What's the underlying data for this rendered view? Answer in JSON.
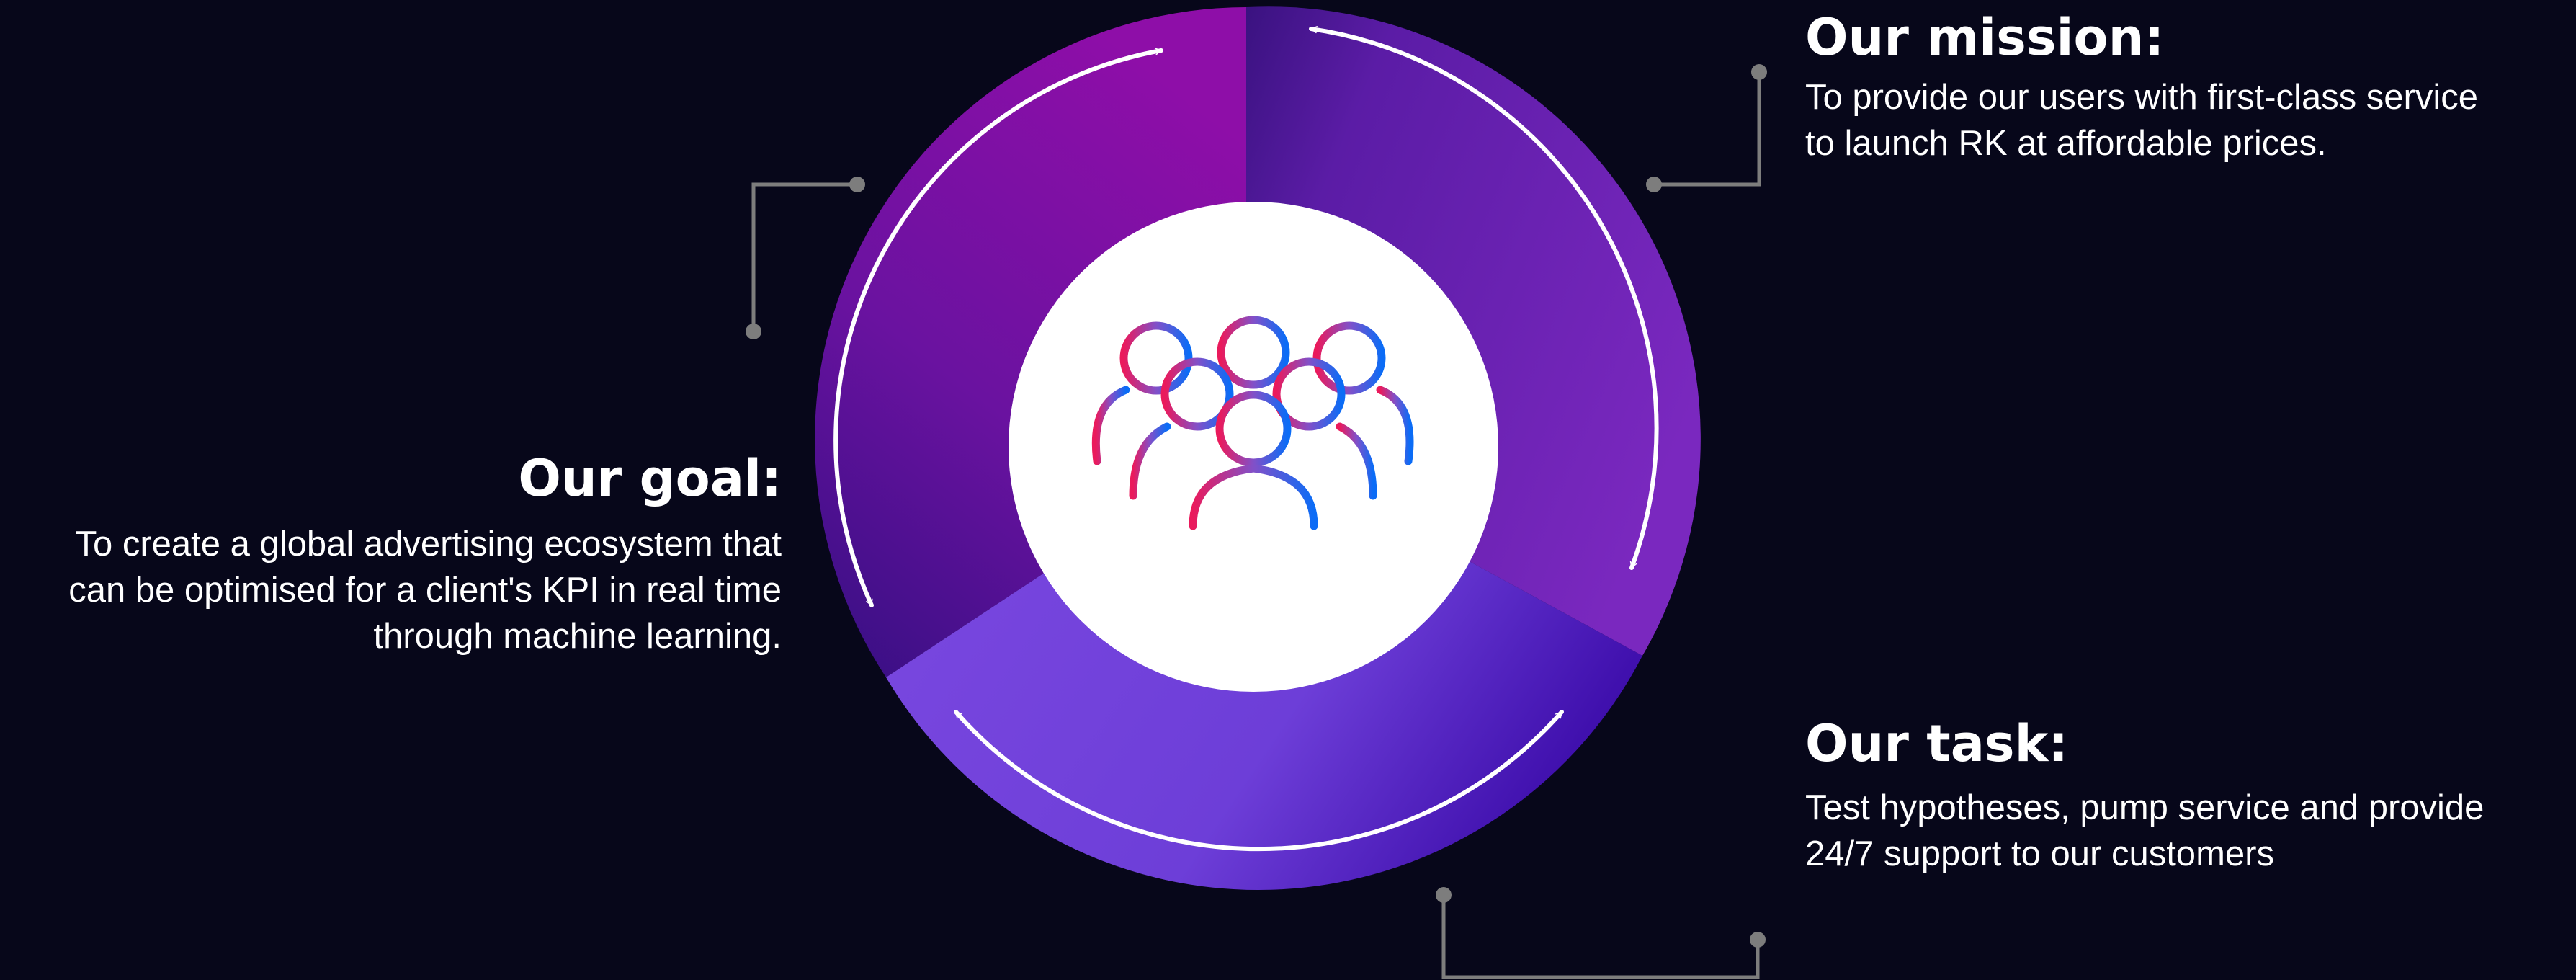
{
  "mission": {
    "heading": "Our mission:",
    "text_lines": [
      "To provide our users with first-class service",
      "to launch RK at affordable prices."
    ]
  },
  "goal": {
    "heading": "Our goal:",
    "text_lines": [
      "To create a global advertising ecosystem that",
      "can be optimised for a client's KPI in real time",
      "through machine learning."
    ]
  },
  "task": {
    "heading": "Our task:",
    "text_lines": [
      "Test hypotheses, pump service and provide",
      "24/7 support to our customers"
    ]
  },
  "center_icon": "people-group-icon",
  "colors": {
    "background": "#07071a",
    "segment_mission": "#6f23b4",
    "segment_goal": "#8a0ea5",
    "segment_task": "#7442dc",
    "connector": "#7d7d7d",
    "icon_pink": "#e8195f",
    "icon_purple": "#7e4fd0",
    "icon_blue": "#0f6cf5"
  }
}
